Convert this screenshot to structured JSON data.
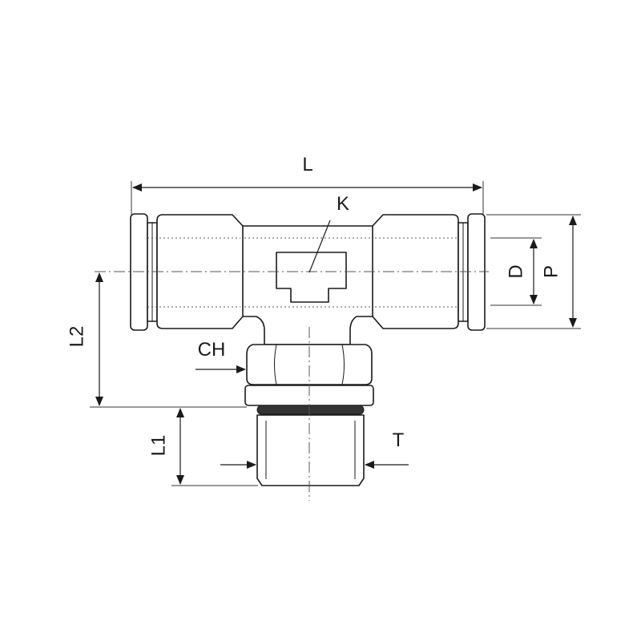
{
  "labels": {
    "L": "L",
    "K": "K",
    "D": "D",
    "P": "P",
    "L2": "L2",
    "CH": "CH",
    "L1": "L1",
    "T": "T"
  },
  "colors": {
    "line": "#1a1a1a",
    "oring": "#333333",
    "background": "#ffffff"
  }
}
